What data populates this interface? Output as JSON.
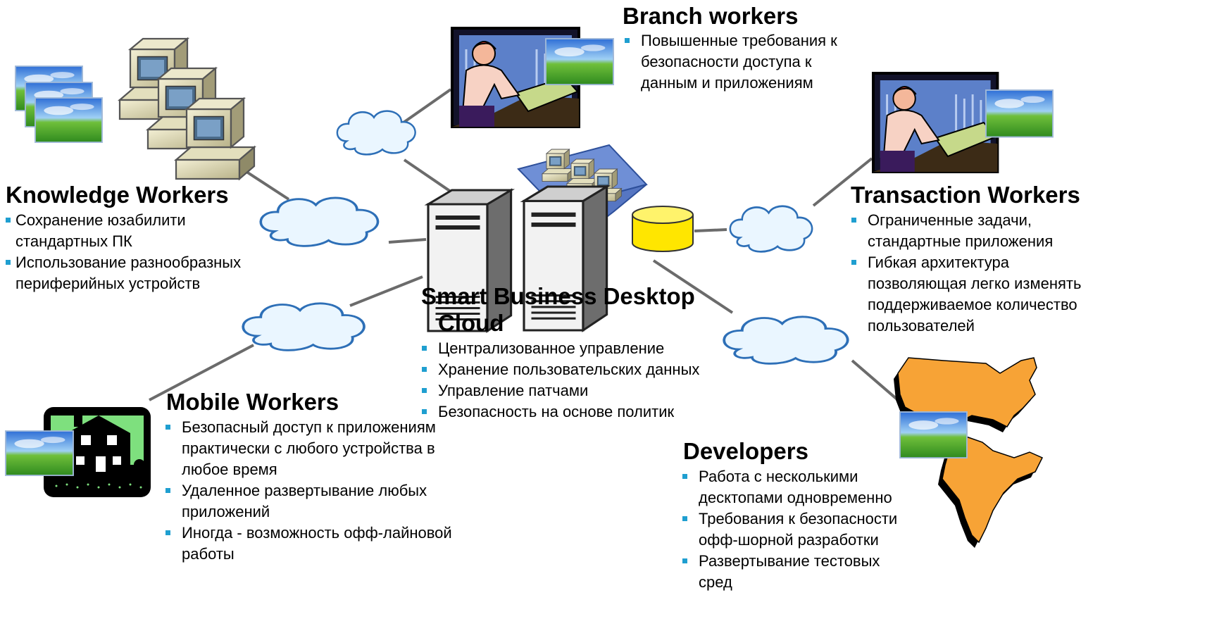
{
  "groups": {
    "knowledge": {
      "title": "Knowledge Workers",
      "items": [
        "Сохранение юзабилити стандартных ПК",
        "Использование разнообразных периферийных устройств"
      ]
    },
    "branch": {
      "title": "Branch workers",
      "items": [
        "Повышенные требования к безопасности доступа к данным и приложениям"
      ]
    },
    "transaction": {
      "title": "Transaction Workers",
      "items": [
        "Ограниченные задачи, стандартные приложения",
        "Гибкая архитектура позволяющая легко изменять поддерживаемое количество пользователей"
      ]
    },
    "center": {
      "title_line1": "Smart Business Desktop",
      "title_line2": "Cloud",
      "items": [
        "Централизованное управление",
        "Хранение пользовательских данных",
        "Управление патчами",
        "Безопасность на основе политик"
      ]
    },
    "mobile": {
      "title": "Mobile Workers",
      "items": [
        "Безопасный доступ к приложениям практически с любого устройства в любое время",
        "Удаленное развертывание любых приложений",
        "Иногда - возможность офф-лайновой работы"
      ]
    },
    "developers": {
      "title": "Developers",
      "items": [
        "Работа с несколькими десктопами одновременно",
        "Требования к безопасности офф-шорной разработки",
        "Развертывание тестовых сред"
      ]
    }
  },
  "icons": [
    "desktop-thumbnail-icon",
    "desktop-computers-icon",
    "call-center-worker-icon",
    "server-icon",
    "database-icon",
    "house-icon",
    "usa-map-icon",
    "india-map-icon",
    "cloud-icon"
  ],
  "colors": {
    "bullet": "#1f9fd0",
    "cloud_fill": "#eaf6ff",
    "cloud_stroke": "#2d6fb7",
    "map_fill": "#f7a336",
    "house_bg": "#7ee07e",
    "db_fill": "#ffe600"
  }
}
